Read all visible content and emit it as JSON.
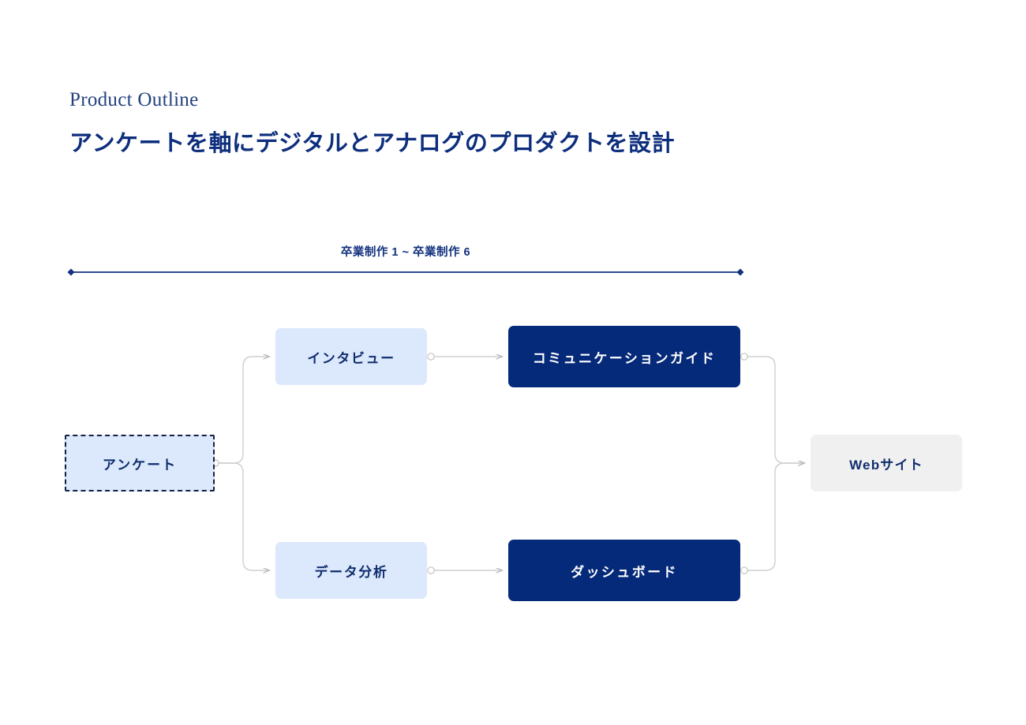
{
  "header": {
    "eyebrow": "Product Outline",
    "headline": "アンケートを軸にデジタルとアナログのプロダクトを設計"
  },
  "timeline": {
    "label": "卒業制作 1 ~ 卒業制作 6",
    "start_marker": "diamond-marker-icon",
    "end_marker": "diamond-marker-icon",
    "color": "#12317e"
  },
  "diagram": {
    "type": "flow",
    "nodes": [
      {
        "id": "survey",
        "label": "アンケート",
        "style": "dashed-light-blue",
        "fill": "#dce8fb",
        "text_color": "#0f2d6e",
        "border": "#14213f"
      },
      {
        "id": "interview",
        "label": "インタビュー",
        "style": "light-blue",
        "fill": "#dce8fb",
        "text_color": "#0f2d6e"
      },
      {
        "id": "analysis",
        "label": "データ分析",
        "style": "light-blue",
        "fill": "#dce8fb",
        "text_color": "#0f2d6e"
      },
      {
        "id": "guide",
        "label": "コミュニケーションガイド",
        "style": "navy",
        "fill": "#062a7a",
        "text_color": "#ffffff"
      },
      {
        "id": "dashboard",
        "label": "ダッシュボード",
        "style": "navy",
        "fill": "#062a7a",
        "text_color": "#ffffff"
      },
      {
        "id": "website",
        "label": "Webサイト",
        "style": "gray",
        "fill": "#f0f0f0",
        "text_color": "#0f2d6e"
      }
    ],
    "edges": [
      {
        "from": "survey",
        "to": "interview",
        "shape": "elbow-up",
        "endpoint": "arrow"
      },
      {
        "from": "survey",
        "to": "analysis",
        "shape": "elbow-down",
        "endpoint": "arrow"
      },
      {
        "from": "interview",
        "to": "guide",
        "shape": "straight",
        "endpoint": "arrow"
      },
      {
        "from": "analysis",
        "to": "dashboard",
        "shape": "straight",
        "endpoint": "arrow"
      },
      {
        "from": "guide",
        "to": "website",
        "shape": "elbow-down",
        "endpoint": "arrow"
      },
      {
        "from": "dashboard",
        "to": "website",
        "shape": "elbow-up",
        "endpoint": "arrow"
      }
    ],
    "connector_color": "#c9c9c9"
  }
}
